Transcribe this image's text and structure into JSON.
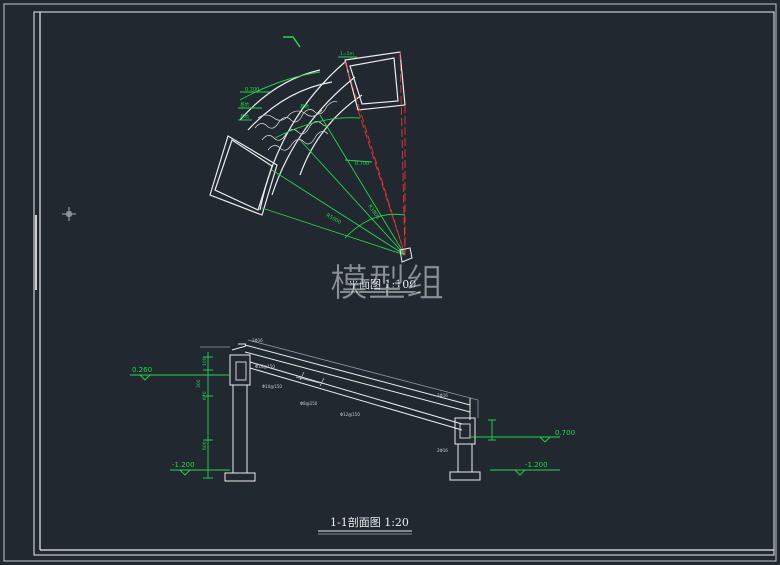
{
  "plan": {
    "title": "平面图 1:100",
    "dims": {
      "r_outer": "R5000",
      "r_mid": "R3800",
      "top_small": "1=5m",
      "elev_a": "0.700",
      "elev_b": "0.700",
      "label_a": "基坑",
      "label_b": "基坑",
      "label_c": "基坑"
    }
  },
  "section": {
    "title": "1-1剖面图 1:20",
    "elev_left_top": "0.260",
    "elev_left_bottom": "-1.200",
    "elev_right_top": "0.700",
    "elev_right_bottom": "-1.200",
    "dim_1": "100",
    "dim_2": "300",
    "dim_3": "670",
    "dim_4": "600",
    "note_1": "2Φ16",
    "note_2": "Φ16@150",
    "note_3": "Φ10@150",
    "note_4": "Φ12@150",
    "note_5": "2Φ16",
    "note_6": "2Φ16",
    "note_7": "Φ8@150"
  },
  "watermark": "模型组",
  "colors": {
    "bg": "#212830",
    "white": "#e8e8e8",
    "green": "#22d84a",
    "red": "#e8352f",
    "gray": "#8f98a3"
  }
}
